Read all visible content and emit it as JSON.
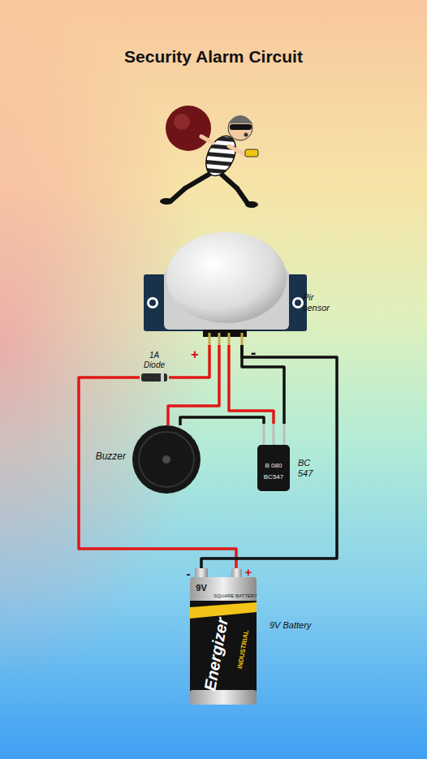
{
  "diagram": {
    "title": "Security Alarm Circuit",
    "nodes": [
      {
        "text": [
          "Pir sensor"
        ]
      },
      {
        "text": [
          "1A Diode"
        ]
      },
      {
        "text": [
          "Buzzer"
        ]
      },
      {
        "text": [
          "BC 547"
        ]
      },
      {
        "text": [
          "9V Battery"
        ]
      }
    ],
    "edges": [
      {
        "from": 4,
        "to": 1,
        "arrow": "none"
      },
      {
        "from": 1,
        "to": 0,
        "arrow": "none"
      },
      {
        "from": 0,
        "to": 2,
        "arrow": "none"
      },
      {
        "from": 0,
        "to": 3,
        "arrow": "none"
      },
      {
        "from": 2,
        "to": 3,
        "arrow": "none"
      },
      {
        "from": 3,
        "to": 0,
        "arrow": "none"
      },
      {
        "from": 0,
        "to": 4,
        "arrow": "none"
      }
    ],
    "labels": [
      "+",
      "-",
      "B 080",
      "BC547",
      "-",
      "+",
      "9V",
      "SQUARE BATTERY",
      "Energizer",
      "INDUSTRIAL"
    ]
  }
}
